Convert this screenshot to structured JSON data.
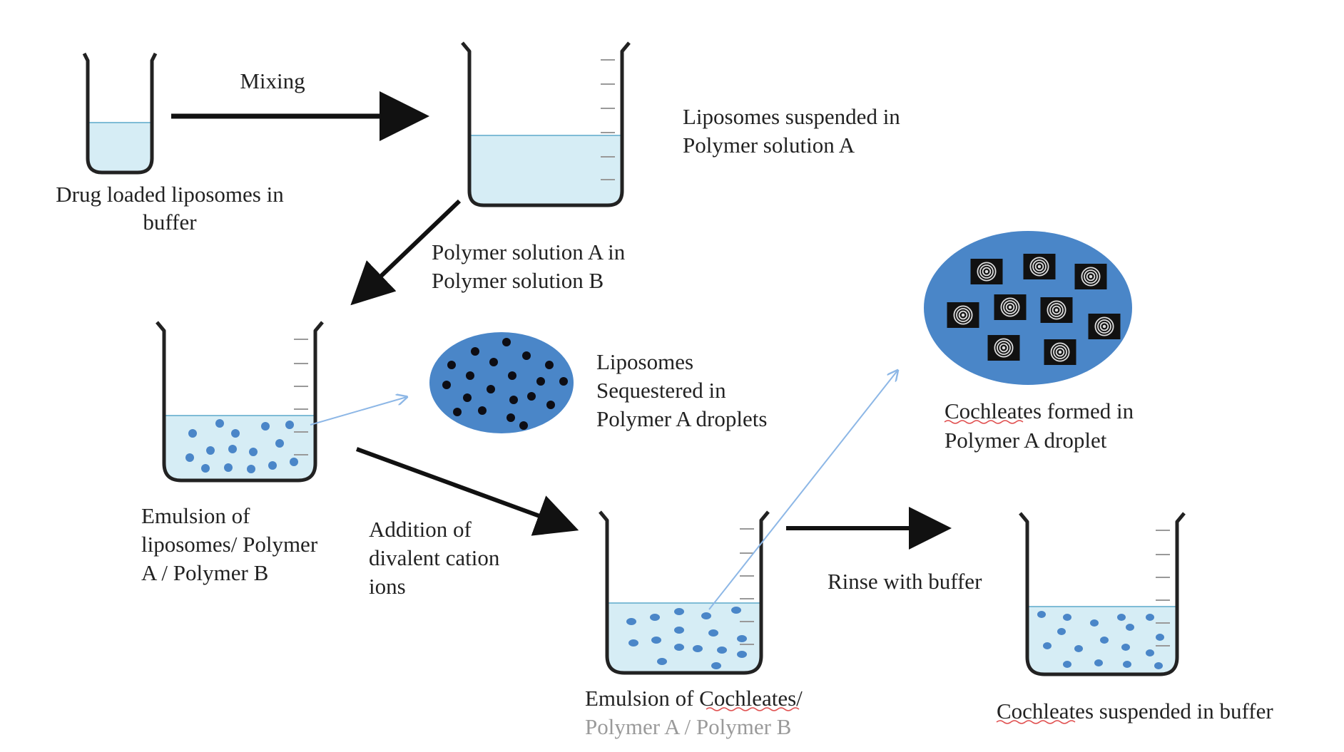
{
  "colors": {
    "liquid": "#d6edf5",
    "liquid_line": "#7fbcd6",
    "particle": "#4a86c8",
    "droplet": "#4a86c8",
    "ink": "#222222",
    "glass": "#222222",
    "pointer": "#8db7e6"
  },
  "labels": {
    "mixing": "Mixing",
    "drug_liposomes": [
      "Drug loaded liposomes in",
      "buffer"
    ],
    "liposomes_suspended": [
      "Liposomes suspended in",
      "Polymer solution A"
    ],
    "polymer_a_in_b": [
      "Polymer solution A in",
      "Polymer solution B"
    ],
    "liposomes_sequestered": [
      "Liposomes",
      "Sequestered in",
      "Polymer A droplets"
    ],
    "cochleates_formed": [
      "Cochleates formed in",
      "Polymer A droplet"
    ],
    "emulsion_liposomes": [
      "Emulsion of",
      "liposomes/ Polymer",
      "A / Polymer B"
    ],
    "addition_cations": [
      "Addition of",
      "divalent cation",
      "ions"
    ],
    "rinse": "Rinse with buffer",
    "emulsion_cochleates": [
      "Emulsion of Cochleates/",
      "Polymer A / Polymer B"
    ],
    "cochleates_buffer": "Cochleates suspended in buffer"
  },
  "icons": {
    "test_tube": "test-tube-icon",
    "beaker": "beaker-icon",
    "liposome": "liposome-dot-icon",
    "cochleate": "cochleate-spiral-icon"
  }
}
